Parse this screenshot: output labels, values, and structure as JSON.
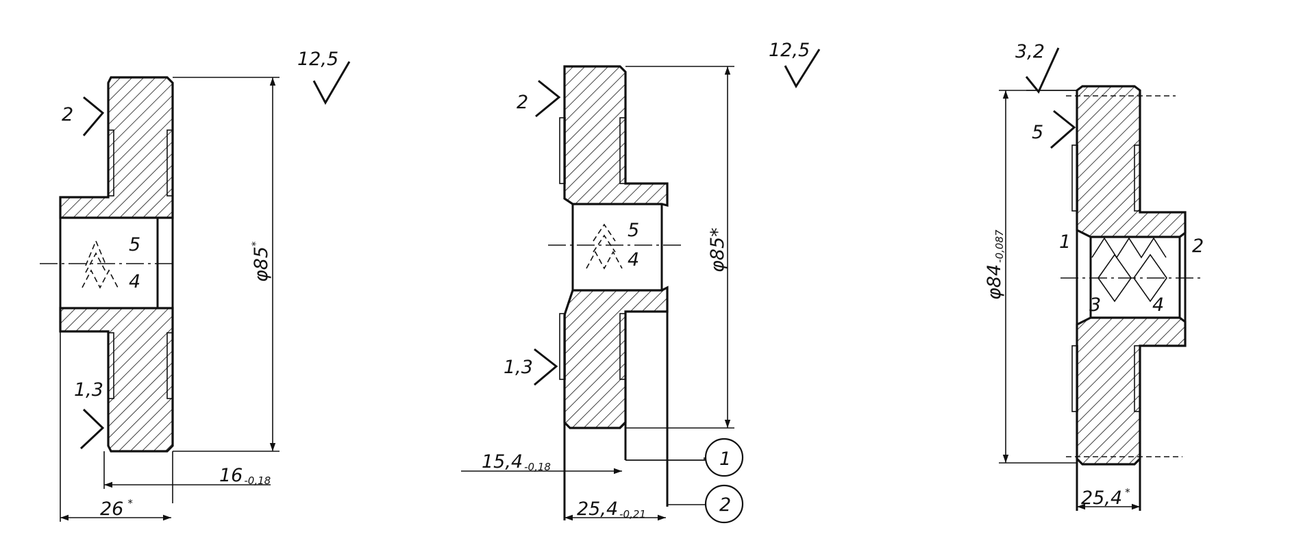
{
  "views": [
    {
      "roughness": "12,5",
      "diameter": {
        "main": "φ85",
        "mark": "*"
      },
      "width_a": {
        "main": "16",
        "tol": "-0,18"
      },
      "width_b": {
        "main": "26",
        "mark": "*"
      },
      "surfaces": [
        "2",
        "1,3",
        "5",
        "4"
      ]
    },
    {
      "roughness": "12,5",
      "diameter": {
        "main": "φ85*"
      },
      "width_a": {
        "main": "15,4",
        "tol": "-0,18"
      },
      "width_b": {
        "main": "25,4",
        "tol": "-0,21"
      },
      "surfaces": [
        "2",
        "1,3",
        "5",
        "4"
      ],
      "callouts": [
        "1",
        "2"
      ]
    },
    {
      "roughness": "3,2",
      "diameter": {
        "main": "φ84",
        "tol": "-0,087"
      },
      "width_b": {
        "main": "25,4",
        "mark": "*"
      },
      "surfaces": [
        "5",
        "1",
        "2",
        "3",
        "4"
      ]
    }
  ]
}
